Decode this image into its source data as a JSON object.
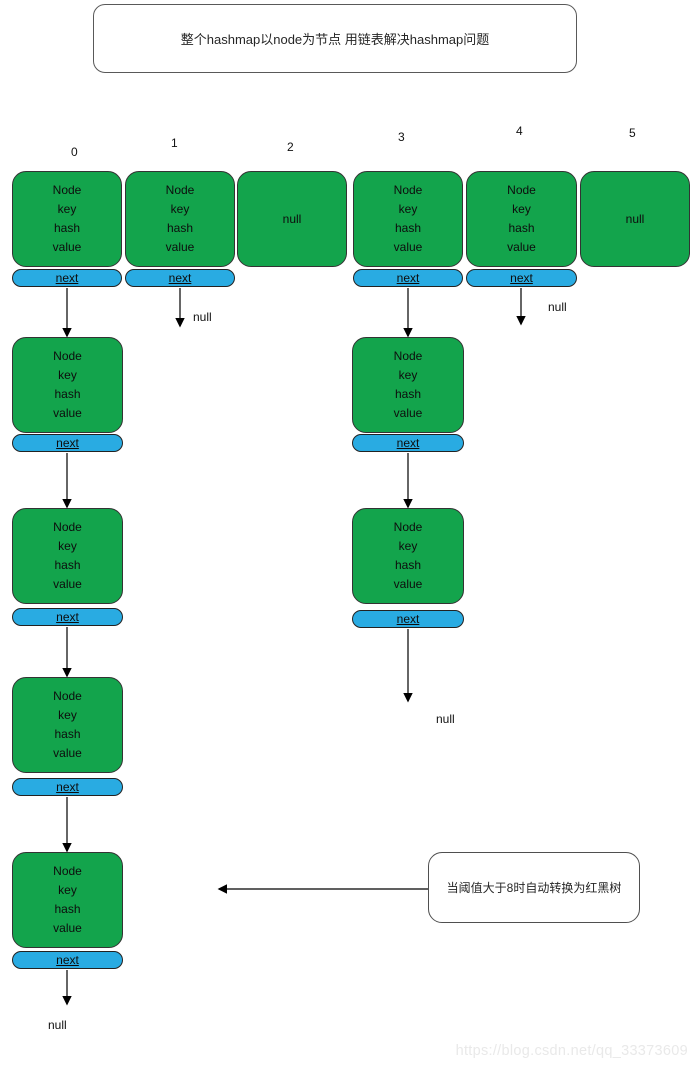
{
  "title": "整个hashmap以node为节点 用链表解决hashmap问题",
  "bucket_indices": [
    "0",
    "1",
    "2",
    "3",
    "4",
    "5"
  ],
  "node_lines": [
    "Node",
    "key",
    "hash",
    "value"
  ],
  "labels": {
    "next": "next",
    "null": "null"
  },
  "annotation": "当阈值大于8时自动转换为红黑树",
  "watermark": "https://blog.csdn.net/qq_33373609",
  "colors": {
    "node_green": "#13a44c",
    "next_blue": "#29abe2",
    "arrow": "#000000",
    "watermark_gray": "#e9e9e9"
  }
}
